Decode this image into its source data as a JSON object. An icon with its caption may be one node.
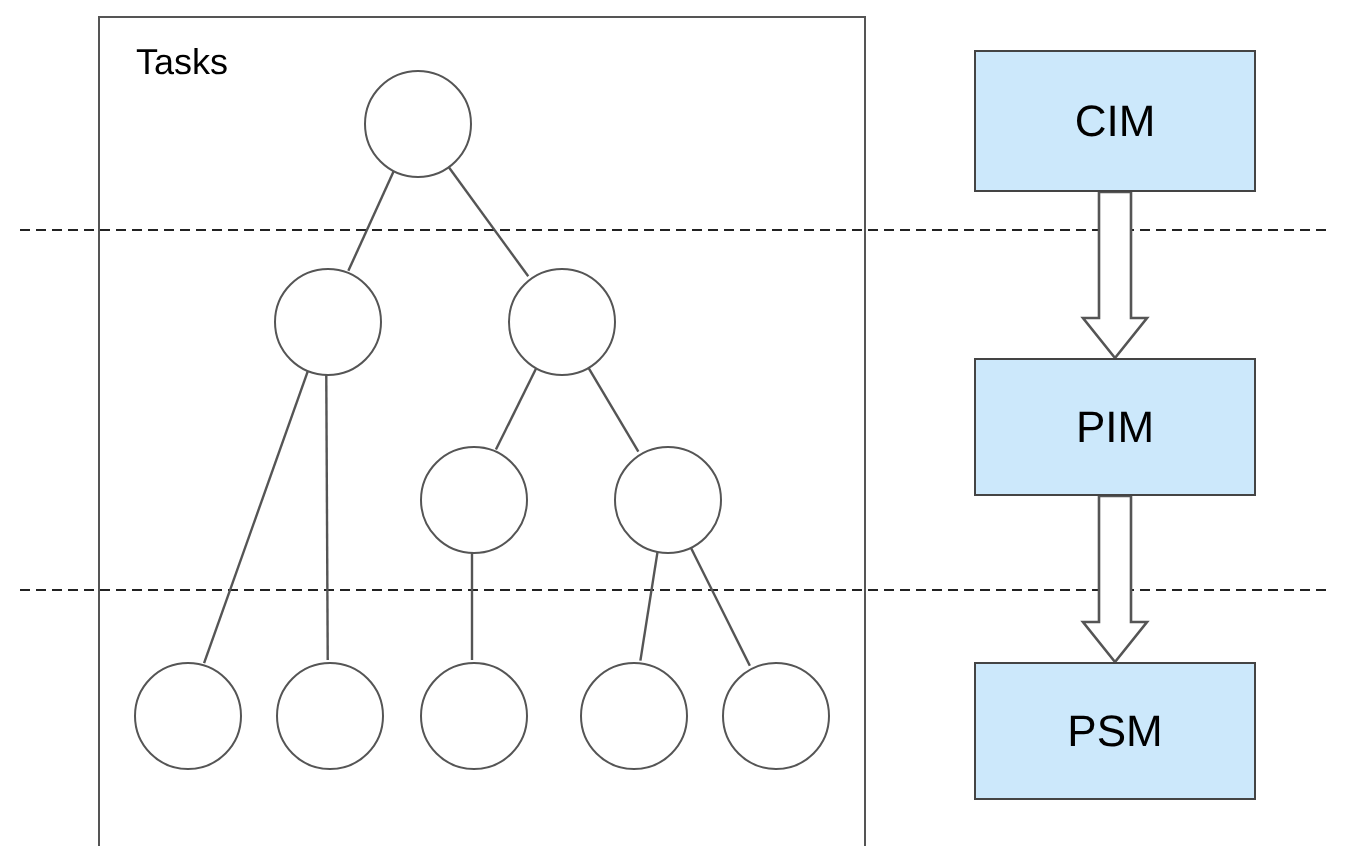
{
  "diagram": {
    "nodes": [
      {
        "text": [
          "Tasks"
        ]
      },
      {
        "text": [],
        "shape": "circle",
        "in": 0
      },
      {
        "text": [],
        "shape": "circle",
        "in": 0
      },
      {
        "text": [],
        "shape": "circle",
        "in": 0
      },
      {
        "text": [],
        "shape": "circle",
        "in": 0
      },
      {
        "text": [],
        "shape": "circle",
        "in": 0
      },
      {
        "text": [],
        "shape": "circle",
        "in": 0
      },
      {
        "text": [],
        "shape": "circle",
        "in": 0
      },
      {
        "text": [],
        "shape": "circle",
        "in": 0
      },
      {
        "text": [],
        "shape": "circle",
        "in": 0
      },
      {
        "text": [],
        "shape": "circle",
        "in": 0
      },
      {
        "text": [
          "CIM"
        ]
      },
      {
        "text": [
          "PIM"
        ]
      },
      {
        "text": [
          "PSM"
        ]
      }
    ],
    "edges": [
      {
        "from": 1,
        "to": 2,
        "arrow": "none"
      },
      {
        "from": 1,
        "to": 3,
        "arrow": "none"
      },
      {
        "from": 2,
        "to": 6,
        "arrow": "none"
      },
      {
        "from": 2,
        "to": 7,
        "arrow": "none"
      },
      {
        "from": 3,
        "to": 4,
        "arrow": "none"
      },
      {
        "from": 3,
        "to": 5,
        "arrow": "none"
      },
      {
        "from": 4,
        "to": 8,
        "arrow": "none"
      },
      {
        "from": 5,
        "to": 9,
        "arrow": "none"
      },
      {
        "from": 5,
        "to": 10,
        "arrow": "none"
      },
      {
        "from": 11,
        "to": 12,
        "arrow": "to",
        "style": "thick"
      },
      {
        "from": 12,
        "to": 13,
        "arrow": "to",
        "style": "thick"
      }
    ]
  }
}
